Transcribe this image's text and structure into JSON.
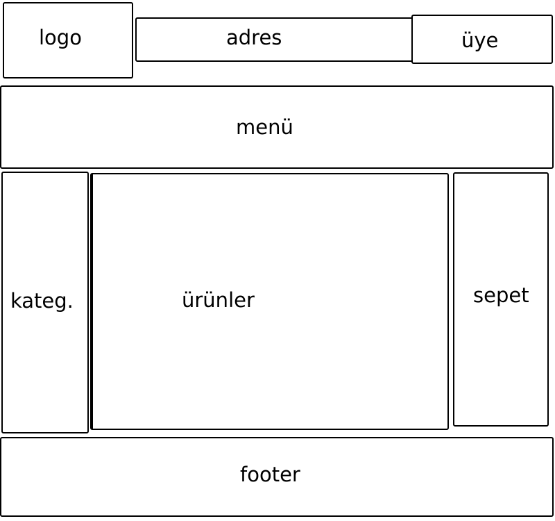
{
  "wireframe": {
    "logo": "logo",
    "address": "adres",
    "member": "üye",
    "menu": "menü",
    "categories": "kateg.",
    "products": "ürünler",
    "cart": "sepet",
    "footer": "footer"
  }
}
